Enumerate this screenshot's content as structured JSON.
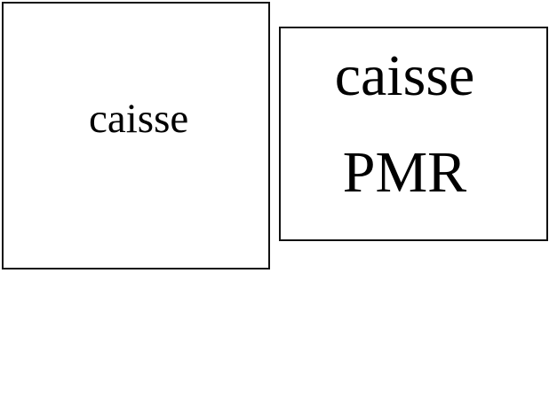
{
  "boxes": [
    {
      "label": "caisse"
    },
    {
      "lines": [
        "caisse",
        "PMR"
      ]
    }
  ]
}
